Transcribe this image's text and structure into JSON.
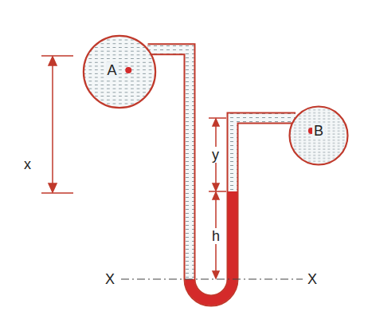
{
  "diagram": {
    "nodes": [
      {
        "text": [
          "A"
        ]
      },
      {
        "text": [
          "B"
        ]
      }
    ],
    "edges": [
      {
        "from": 0,
        "to": 1,
        "arrow": "none"
      }
    ],
    "labels": [
      "x",
      "y",
      "h",
      "X",
      "X"
    ]
  }
}
